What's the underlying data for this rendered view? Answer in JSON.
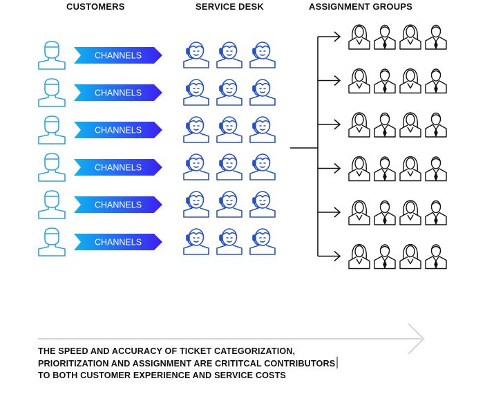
{
  "headers": {
    "customers": "CUSTOMERS",
    "service_desk": "SERVICE DESK",
    "assignment_groups": "ASSIGNMENT GROUPS"
  },
  "channel_label": "CHANNELS",
  "rows": 6,
  "agents_per_row": 3,
  "groups": 6,
  "members_per_group": 4,
  "caption": {
    "line1": "THE SPEED AND ACCURACY OF TICKET CATEGORIZATION,",
    "line2": "PRIORITIZATION AND ASSIGNMENT ARE CRITITCAL CONTRIBUTORS",
    "line3": "TO BOTH CUSTOMER EXPERIENCE AND SERVICE COSTS"
  },
  "colors": {
    "customer_icon": "#29a3e0",
    "agent_icon": "#2452cc",
    "channel_start": "#0db2f0",
    "channel_end": "#3d1ff2",
    "group_icon": "#111111",
    "text": "#111111",
    "arrow_light": "#c4c4c4"
  },
  "icons": {
    "customer": "customer-icon",
    "agent": "headset-agent-icon",
    "group_member": "person-icon",
    "channel": "chevron-arrow-icon"
  }
}
